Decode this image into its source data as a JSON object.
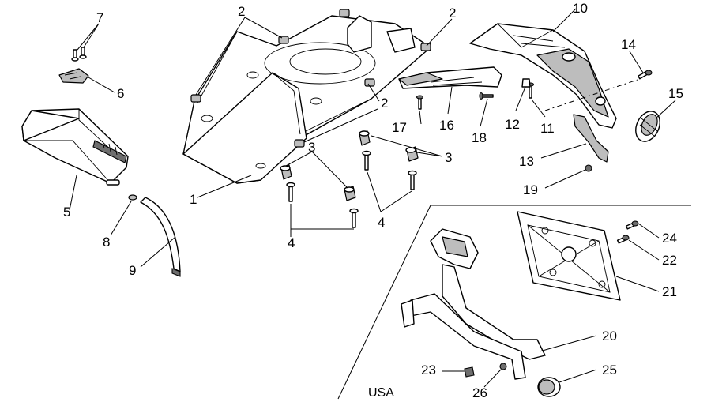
{
  "diagram": {
    "callouts": {
      "n1": "1",
      "n2": "2",
      "n3": "3",
      "n4": "4",
      "n5": "5",
      "n6": "6",
      "n7": "7",
      "n8": "8",
      "n9": "9",
      "n10": "10",
      "n11": "11",
      "n12": "12",
      "n13": "13",
      "n14": "14",
      "n15": "15",
      "n16": "16",
      "n17": "17",
      "n18": "18",
      "n19": "19",
      "n20": "20",
      "n21": "21",
      "n22": "22",
      "n23": "23",
      "n24": "24",
      "n25": "25",
      "n26": "26"
    },
    "region_label": "USA"
  }
}
